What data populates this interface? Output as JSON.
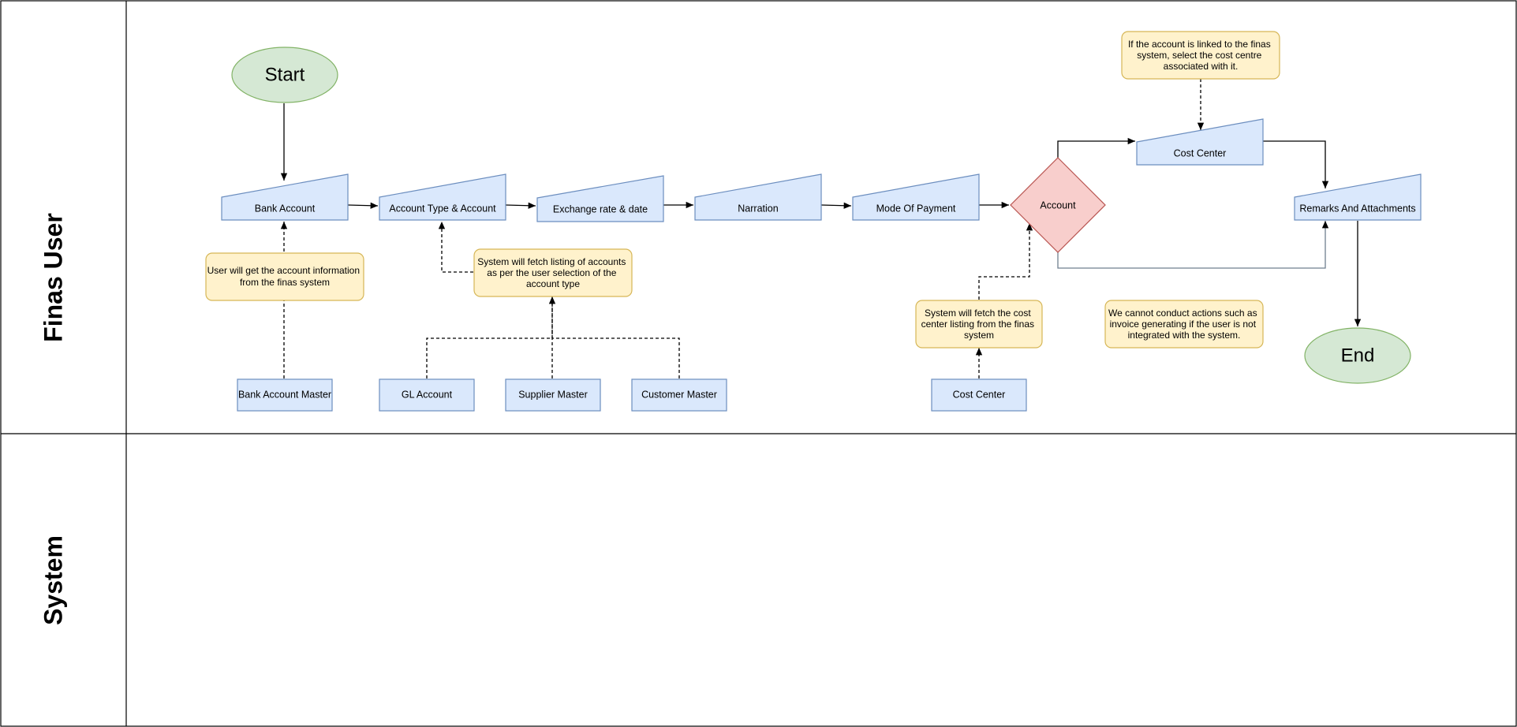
{
  "lanes": {
    "finas_user": "Finas User",
    "system": "System"
  },
  "terminals": {
    "start": "Start",
    "end": "End"
  },
  "steps": {
    "bank_account": "Bank Account",
    "account_type": "Account Type & Account",
    "exchange_rate": "Exchange rate & date",
    "narration": "Narration",
    "mode_of_payment": "Mode Of Payment",
    "cost_center": "Cost Center",
    "remarks": "Remarks And Attachments"
  },
  "decision": {
    "account": "Account"
  },
  "sources": {
    "bank_account_master": "Bank Account Master",
    "gl_account": "GL Account",
    "supplier_master": "Supplier Master",
    "customer_master": "Customer Master",
    "cost_center": "Cost Center"
  },
  "notes": {
    "account_info": [
      "User will get the account information",
      "from the finas system"
    ],
    "fetch_accounts": [
      "System will fetch listing of accounts",
      "as per the user selection of the",
      "account type"
    ],
    "fetch_cost_center": [
      "System will fetch the cost",
      "center listing from the finas",
      "system"
    ],
    "linked_cost_centre": [
      "If the account is linked to the finas",
      "system, select the cost centre",
      "associated with it."
    ],
    "cannot_conduct": [
      "We cannot conduct actions such as",
      "invoice generating if the user is not",
      "integrated with the system."
    ]
  },
  "colors": {
    "process_fill": "#dae8fc",
    "process_stroke": "#6c8ebf",
    "note_fill": "#fff2cc",
    "note_stroke": "#d6b656",
    "terminal_fill": "#d5e8d4",
    "terminal_stroke": "#82b366",
    "decision_fill": "#f8cecc",
    "decision_stroke": "#b85450"
  }
}
